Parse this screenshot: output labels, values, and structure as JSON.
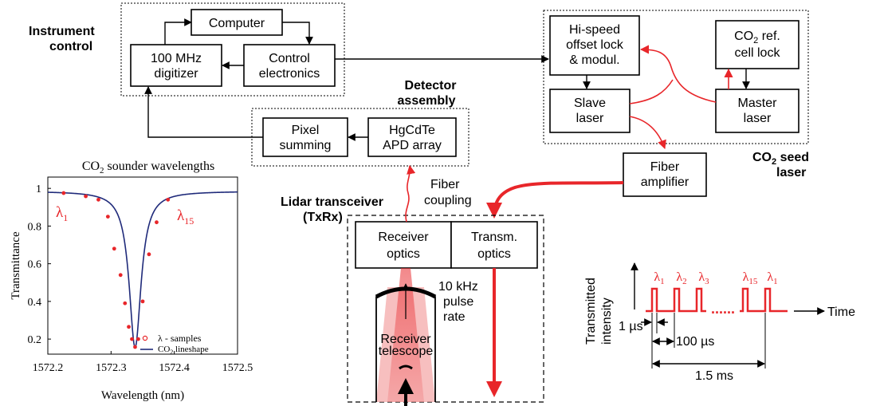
{
  "blocks": {
    "computer": "Computer",
    "digitizer": [
      "100 MHz",
      "digitizer"
    ],
    "control": [
      "Control",
      "electronics"
    ],
    "pixel": [
      "Pixel",
      "summing"
    ],
    "apd": [
      "HgCdTe",
      "APD array"
    ],
    "hispeed": [
      "Hi-speed",
      "offset lock",
      "& modul."
    ],
    "co2ref": [
      "CO",
      "2",
      " ref.",
      "cell lock"
    ],
    "slave": [
      "Slave",
      "laser"
    ],
    "master": [
      "Master",
      "laser"
    ],
    "fiber_amp": [
      "Fiber",
      "amplifier"
    ],
    "receiver": [
      "Receiver",
      "optics"
    ],
    "transm": [
      "Transm.",
      "optics"
    ]
  },
  "labels": {
    "instrument_control": [
      "Instrument",
      "control"
    ],
    "detector_assembly": [
      "Detector",
      "assembly"
    ],
    "co2_seed": [
      "CO",
      "2",
      " seed",
      "laser"
    ],
    "lidar": [
      "Lidar transceiver",
      "(TxRx)"
    ],
    "fiber_coupling": [
      "Fiber",
      "coupling"
    ],
    "pulse_rate": [
      "10 kHz",
      "pulse",
      "rate"
    ],
    "telescope": [
      "Receiver",
      "telescope"
    ]
  },
  "timing": {
    "ylabel": [
      "Transmitted",
      "intensity"
    ],
    "time": "Time",
    "lambdas": [
      {
        "base": "λ",
        "sub": "1"
      },
      {
        "base": "λ",
        "sub": "2"
      },
      {
        "base": "λ",
        "sub": "3"
      },
      {
        "base": "λ",
        "sub": "15"
      },
      {
        "base": "λ",
        "sub": "1"
      }
    ],
    "dots": "......",
    "width_label": "1 µs",
    "period_label": "100 µs",
    "total_label": "1.5 ms"
  },
  "chart_data": {
    "type": "line",
    "title_parts": [
      "CO",
      "2",
      " sounder wavelengths"
    ],
    "xlabel": "Wavelength (nm)",
    "ylabel": "Transmittance",
    "xlim": [
      1572.2,
      1572.5
    ],
    "ylim": [
      0.12,
      1.06
    ],
    "x_ticks": [
      "1572.2",
      "1572.3",
      "1572.4",
      "1572.5"
    ],
    "y_ticks": [
      0.2,
      0.4,
      0.6,
      0.8,
      1
    ],
    "y_tick_labels": [
      "0.2",
      "0.4",
      "0.6",
      "0.8",
      "1"
    ],
    "legend": {
      "samples": "λ - samples",
      "lineshape_parts": [
        "CO",
        "2",
        "  lineshape"
      ]
    },
    "annotations": [
      {
        "base": "λ",
        "sub": "1"
      },
      {
        "base": "λ",
        "sub": "15"
      }
    ],
    "lineshape": {
      "center": 1572.338,
      "baseline": 0.985,
      "depth": 0.83,
      "halfwidth": 0.0115,
      "x_start": 1572.2,
      "x_end": 1572.5,
      "color": "#1f2a7a"
    },
    "samples": {
      "x": [
        1572.225,
        1572.26,
        1572.28,
        1572.295,
        1572.305,
        1572.315,
        1572.322,
        1572.328,
        1572.333,
        1572.338,
        1572.343,
        1572.35,
        1572.36,
        1572.372,
        1572.39
      ],
      "y": [
        0.975,
        0.958,
        0.94,
        0.85,
        0.68,
        0.54,
        0.39,
        0.265,
        0.2,
        0.158,
        0.2,
        0.4,
        0.65,
        0.82,
        0.94
      ],
      "color": "#e8262a"
    }
  },
  "colors": {
    "red": "#e8262a",
    "pink": "#f4a9aa",
    "line": "#1f2a7a"
  }
}
